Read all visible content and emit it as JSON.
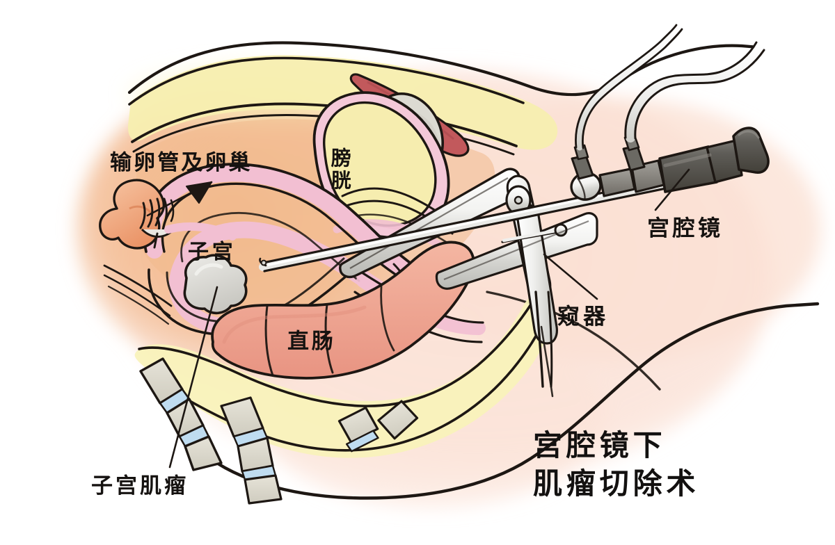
{
  "illustration": {
    "kind": "medical-anatomical-diagram",
    "subject": "female pelvic sagittal section with hysteroscope",
    "background_color": "#ffffff"
  },
  "title": {
    "line1": "宫腔镜下",
    "line2": "肌瘤切除术"
  },
  "labels": {
    "tube_ovary": "输卵管及卵巢",
    "bladder": "膀胱",
    "uterus": "子宫",
    "rectum": "直肠",
    "fibroid": "子宫肌瘤",
    "hysteroscope": "宫腔镜",
    "speculum": "窥器"
  },
  "palette": {
    "ink": "#1a1512",
    "skin_wash": "#f7d8c6",
    "skin_body": "#fbded2",
    "abdomen_wash": "#f2b98e",
    "fat_yellow": "#f7eeb0",
    "bladder_yellow": "#f6edaf",
    "uterus_pink": "#f2bfd2",
    "uterus_wall_pink": "#f4c8d8",
    "ovary_salmon": "#f2a882",
    "rectum_salmon": "#f0a18e",
    "bone_grey": "#d9d6cc",
    "disc_blue": "#bfdcf0",
    "fibroid_grey": "#d9d9d5",
    "muscle_red": "#c2595c",
    "metal_light": "#f4f4f2",
    "metal_shadow": "#c9c9c6",
    "scope_dark": "#56544f",
    "scope_mid": "#8d8a85",
    "cable_white": "#f2f2f0"
  }
}
